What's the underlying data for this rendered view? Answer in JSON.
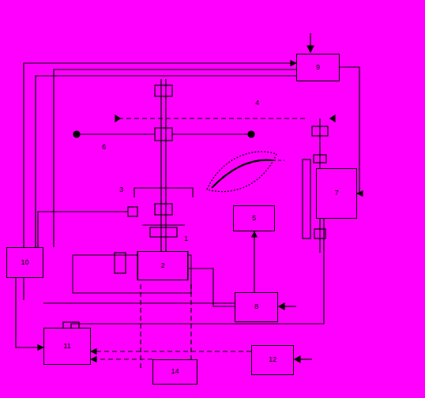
{
  "diagram": {
    "nodes": [
      {
        "text": [
          "9"
        ]
      },
      {
        "text": [
          "7"
        ]
      },
      {
        "text": [
          "5"
        ]
      },
      {
        "text": [
          "2"
        ]
      },
      {
        "text": [
          "8"
        ]
      },
      {
        "text": [
          "10"
        ]
      },
      {
        "text": [
          "11"
        ]
      },
      {
        "text": [
          "14"
        ]
      },
      {
        "text": [
          "12"
        ]
      }
    ],
    "edges": [
      {
        "from": 5,
        "to": 0,
        "arrow": "to"
      },
      {
        "from": 0,
        "to": 1,
        "arrow": "to"
      },
      {
        "from": 4,
        "to": 2,
        "arrow": "to"
      },
      {
        "from": 4,
        "to": 3,
        "arrow": "none"
      },
      {
        "from": 8,
        "to": 6,
        "arrow": "to"
      },
      {
        "from": 7,
        "to": 6,
        "arrow": "to"
      },
      {
        "from": 5,
        "to": 6,
        "arrow": "to"
      },
      {
        "from": 1,
        "to": 6,
        "arrow": "none"
      }
    ],
    "labels": [
      "4",
      "6",
      "3",
      "1"
    ]
  }
}
